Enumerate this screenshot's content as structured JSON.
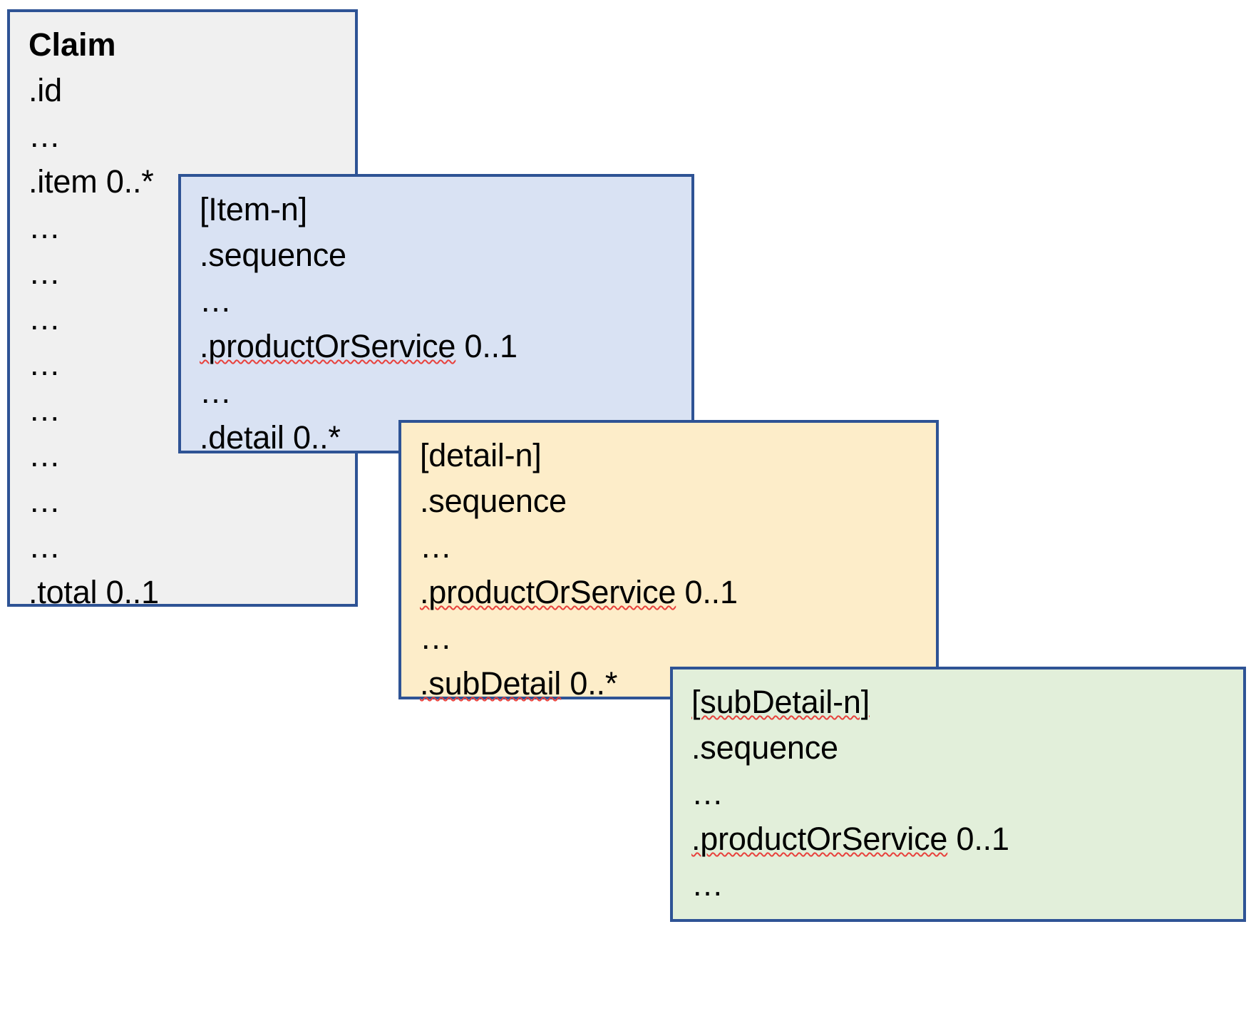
{
  "diagram": {
    "title": "FHIR Claim nested item / detail / subDetail structure",
    "colors": {
      "border": "#2E5395",
      "claim_fill": "#F0F0F0",
      "item_fill": "#D9E2F3",
      "detail_fill": "#FDEDC9",
      "subdetail_fill": "#E2EFDA",
      "spellcheck_underline": "#E8413C"
    },
    "boxes": [
      {
        "id": "claim",
        "name": "Claim",
        "fill": "#F0F0F0",
        "lines": [
          {
            "text": "Claim",
            "bold": true
          },
          {
            "text": ".id"
          },
          {
            "text": "…"
          },
          {
            "text": ".item 0..*"
          },
          {
            "text": "…"
          },
          {
            "text": "…"
          },
          {
            "text": "…"
          },
          {
            "text": "…"
          },
          {
            "text": "…"
          },
          {
            "text": "…"
          },
          {
            "text": "…"
          },
          {
            "text": "…"
          },
          {
            "text": ".total 0..1"
          }
        ]
      },
      {
        "id": "item",
        "name": "[Item-n]",
        "fill": "#D9E2F3",
        "lines": [
          {
            "text": "[Item-n]"
          },
          {
            "text": ".sequence"
          },
          {
            "text": "…"
          },
          {
            "text": ".productOrService 0..1",
            "spellcheck_word": "productOrService"
          },
          {
            "text": "…"
          },
          {
            "text": ".detail 0..*"
          }
        ]
      },
      {
        "id": "detail",
        "name": "[detail-n]",
        "fill": "#FDEDC9",
        "lines": [
          {
            "text": "[detail-n]"
          },
          {
            "text": ".sequence"
          },
          {
            "text": "…"
          },
          {
            "text": ".productOrService 0..1",
            "spellcheck_word": "productOrService"
          },
          {
            "text": "…"
          },
          {
            "text": ".subDetail 0..*",
            "spellcheck_word": "subDetail"
          }
        ]
      },
      {
        "id": "subdetail",
        "name": "[subDetail-n]",
        "fill": "#E2EFDA",
        "lines": [
          {
            "text": "[subDetail-n]",
            "spellcheck_word": "subDetail-n"
          },
          {
            "text": ".sequence"
          },
          {
            "text": "…"
          },
          {
            "text": ".productOrService 0..1",
            "spellcheck_word": "productOrService"
          },
          {
            "text": "…"
          }
        ]
      }
    ]
  },
  "claim": {
    "line_0": "Claim",
    "line_1": ".id",
    "line_2": "…",
    "line_3": ".item 0..*",
    "line_4": "…",
    "line_5": "…",
    "line_6": "…",
    "line_7": "…",
    "line_8": "…",
    "line_9": "…",
    "line_10": "…",
    "line_11": "…",
    "line_12": ".total 0..1"
  },
  "item": {
    "line_0": "[Item-n]",
    "line_1": ".sequence",
    "line_2": "…",
    "line_3_word": ".productOrService",
    "line_3_card": " 0..1",
    "line_4": "…",
    "line_5": ".detail 0..*"
  },
  "detail": {
    "line_0": "[detail-n]",
    "line_1": ".sequence",
    "line_2": "…",
    "line_3_word": ".productOrService",
    "line_3_card": " 0..1",
    "line_4": "…",
    "line_5_word": ".subDetail",
    "line_5_card": " 0..*"
  },
  "subdetail": {
    "line_0_word": "[subDetail-n]",
    "line_1": ".sequence",
    "line_2": "…",
    "line_3_word": ".productOrService",
    "line_3_card": " 0..1",
    "line_4": "…"
  }
}
